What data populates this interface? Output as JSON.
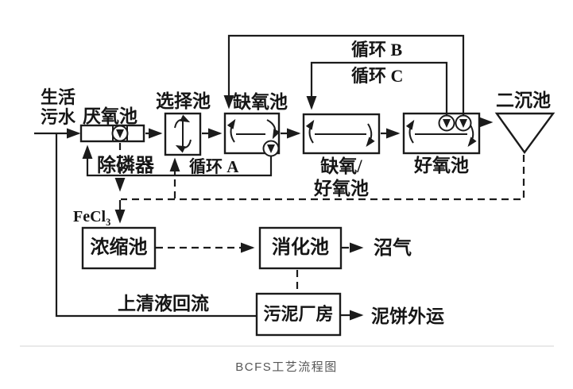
{
  "caption": "BCFS工艺流程图",
  "colors": {
    "line": "#1b1b1b",
    "label_text": "#161616",
    "caption_text": "#575757",
    "divider": "#e9e9e9",
    "background": "#ffffff"
  },
  "nodes": {
    "inflow_line1": "生活",
    "inflow_line2": "污水",
    "anaerobic": "厌氧池",
    "selector": "选择池",
    "anoxic": "缺氧池",
    "anoxic_aerobic_line1": "缺氧/",
    "anoxic_aerobic_line2": "好氧池",
    "aerobic": "好氧池",
    "clarifier": "二沉池",
    "thickener": "浓缩池",
    "digester": "消化池",
    "sludge_house": "污泥厂房"
  },
  "flows": {
    "phosphorus_remover": "除磷器",
    "loop_a": "循环 A",
    "loop_b": "循环 B",
    "loop_c": "循环 C",
    "fecl_base": "FeCl",
    "fecl_sub": "3",
    "supernatant_return": "上清液回流",
    "biogas": "沼气",
    "mud_cake_out": "泥饼外运"
  },
  "icons": {
    "pump": "pump-icon (circle with filled down triangle)",
    "mixer": "circulation-arrows-icon",
    "arrowhead": "filled-triangle-arrowhead"
  }
}
